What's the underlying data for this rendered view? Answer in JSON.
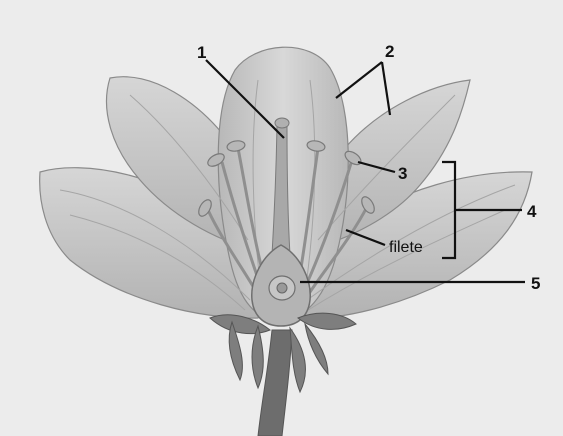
{
  "labels": {
    "l1": "1",
    "l2": "2",
    "l3": "3",
    "l4": "4",
    "l5": "5",
    "filete": "filete"
  },
  "colors": {
    "background": "#ececec",
    "petal_fill": "#c9c9c9",
    "petal_dark": "#9a9a9a",
    "sepal_fill": "#7e7e7e",
    "line": "#111111"
  }
}
